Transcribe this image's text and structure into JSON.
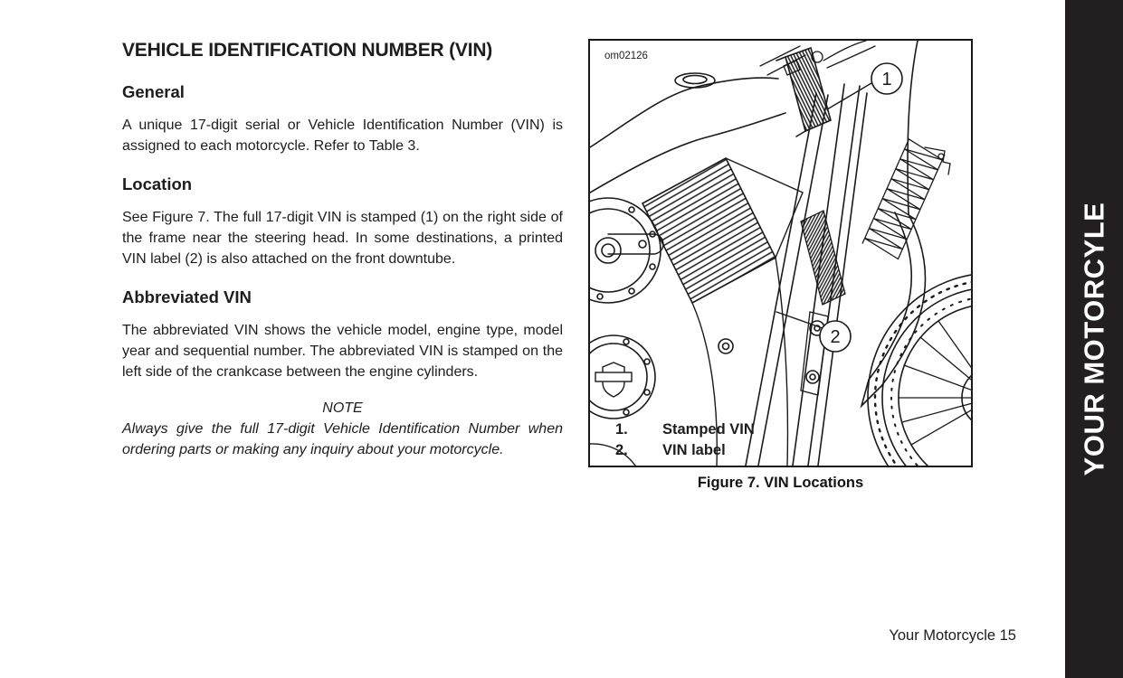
{
  "page_title": "VEHICLE IDENTIFICATION NUMBER (VIN)",
  "sections": [
    {
      "heading": "General",
      "body": "A unique 17-digit serial or Vehicle Identification Number (VIN) is assigned to each motorcycle. Refer to Table 3."
    },
    {
      "heading": "Location",
      "body": "See Figure 7. The full 17-digit VIN is stamped (1) on the right side of the frame near the steering head. In some destinations, a printed VIN label (2) is also attached on the front downtube."
    },
    {
      "heading": "Abbreviated VIN",
      "body": "The abbreviated VIN shows the vehicle model, engine type, model year and sequential number. The abbreviated VIN is stamped on the left side of the crankcase between the engine cylinders."
    }
  ],
  "note": {
    "label": "NOTE",
    "body": "Always give the full 17-digit Vehicle Identification Number when ordering parts or making any inquiry about your motorcycle."
  },
  "figure": {
    "image_code": "om02126",
    "callouts": [
      "1",
      "2"
    ],
    "legend": [
      {
        "num": "1.",
        "label": "Stamped VIN"
      },
      {
        "num": "2.",
        "label": "VIN label"
      }
    ],
    "caption": "Figure 7. VIN Locations"
  },
  "sidebar": {
    "tab_label": "YOUR MOTORCYLE"
  },
  "footer": {
    "text": "Your Motorcycle 15"
  },
  "colors": {
    "tab_bg": "#231f20",
    "tab_text": "#ffffff",
    "ink": "#1a1a1a"
  }
}
